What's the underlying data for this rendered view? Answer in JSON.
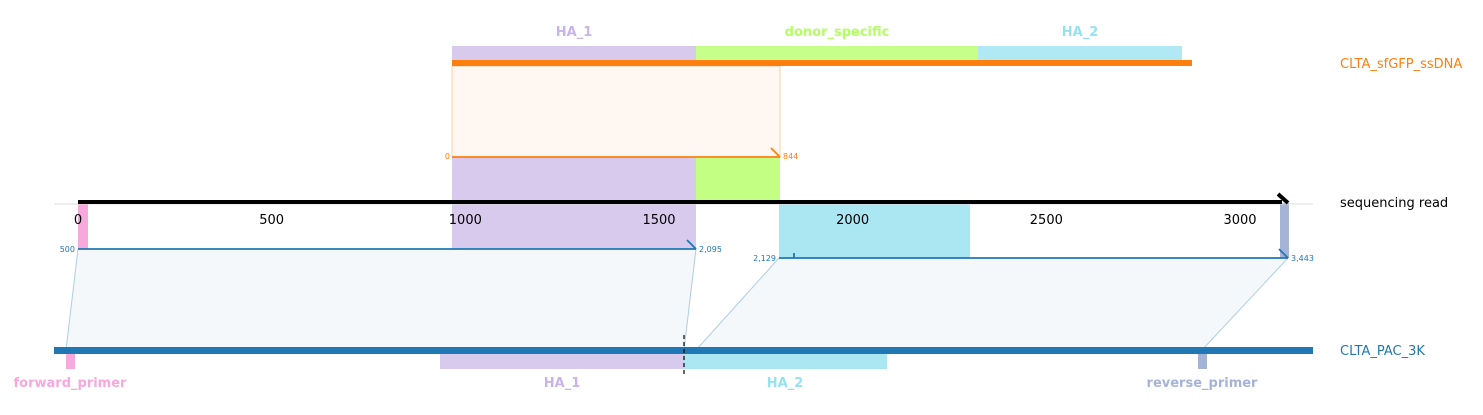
{
  "tracks": {
    "donor": {
      "name": "CLTA_sfGFP_ssDNA",
      "color": "#ff7f0e",
      "features": [
        {
          "label": "HA_1",
          "color": "#c8b4e6"
        },
        {
          "label": "donor_specific",
          "color": "#b4ff64"
        },
        {
          "label": "HA_2",
          "color": "#96e1f0"
        }
      ]
    },
    "read": {
      "name": "sequencing read",
      "color": "#000000",
      "axis": {
        "ticks": [
          "0",
          "500",
          "1000",
          "1500",
          "2000",
          "2500",
          "3000"
        ],
        "tick_values": [
          0,
          500,
          1000,
          1500,
          2000,
          2500,
          3000
        ],
        "range": [
          0,
          3110
        ]
      }
    },
    "genome": {
      "name": "CLTA_PAC_3K",
      "color": "#1f77b4",
      "features": [
        {
          "label": "forward_primer",
          "color": "#f7a8dc"
        },
        {
          "label": "HA_1",
          "color": "#c8b4e6"
        },
        {
          "label": "HA_2",
          "color": "#96e1f0"
        },
        {
          "label": "reverse_primer",
          "color": "#a5b4d6"
        }
      ]
    }
  },
  "alignments": {
    "donor_to_read": {
      "start_label": "0",
      "end_label": "844",
      "color": "#ff7f0e"
    },
    "genome_to_read_left": {
      "start_label": "500",
      "end_label": "2,095",
      "color": "#1f77b4"
    },
    "genome_to_read_right": {
      "start_label": "2,129",
      "end_label": "3,443",
      "color": "#1f77b4"
    }
  }
}
